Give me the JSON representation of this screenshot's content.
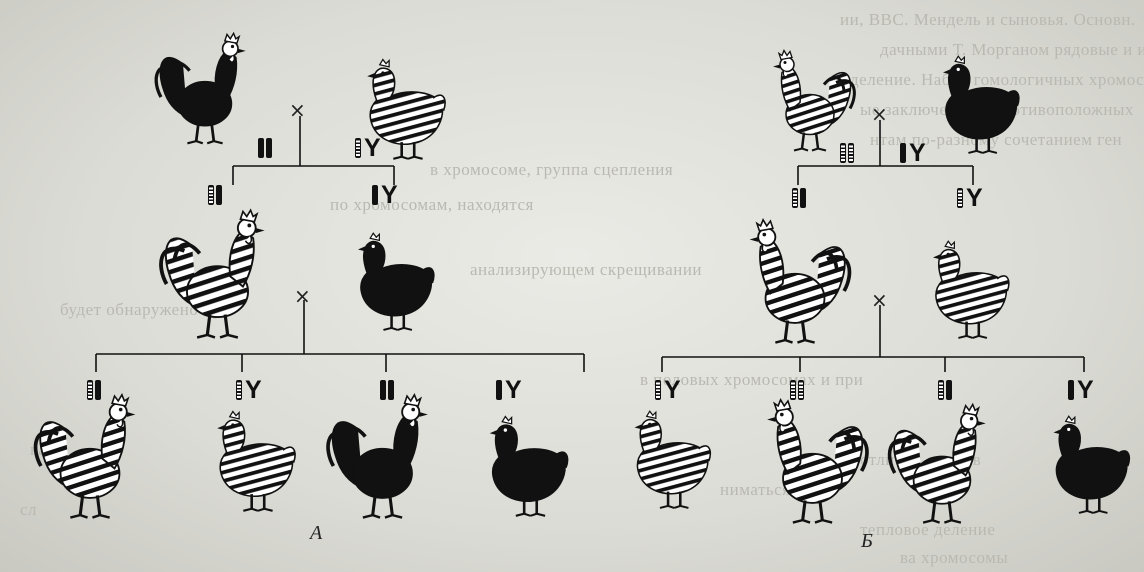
{
  "panels": {
    "left_label": "А",
    "right_label": "Б"
  },
  "symbols": {
    "cross": "×",
    "y_chromosome": "Y"
  },
  "colors": {
    "ink": "#111111",
    "paper": "#e6e6e1"
  },
  "birds": [
    {
      "id": "A-P-male",
      "panel": "A",
      "generation": "P",
      "sex": "rooster",
      "pattern": "black"
    },
    {
      "id": "A-P-female",
      "panel": "A",
      "generation": "P",
      "sex": "hen",
      "pattern": "barred"
    },
    {
      "id": "A-F1-male",
      "panel": "A",
      "generation": "F1",
      "sex": "rooster",
      "pattern": "barred"
    },
    {
      "id": "A-F1-female",
      "panel": "A",
      "generation": "F1",
      "sex": "hen",
      "pattern": "black"
    },
    {
      "id": "A-F2-1",
      "panel": "A",
      "generation": "F2",
      "sex": "rooster",
      "pattern": "barred"
    },
    {
      "id": "A-F2-2",
      "panel": "A",
      "generation": "F2",
      "sex": "hen",
      "pattern": "barred"
    },
    {
      "id": "A-F2-3",
      "panel": "A",
      "generation": "F2",
      "sex": "rooster",
      "pattern": "black"
    },
    {
      "id": "A-F2-4",
      "panel": "A",
      "generation": "F2",
      "sex": "hen",
      "pattern": "black"
    },
    {
      "id": "B-P-male",
      "panel": "B",
      "generation": "P",
      "sex": "rooster",
      "pattern": "barred"
    },
    {
      "id": "B-P-female",
      "panel": "B",
      "generation": "P",
      "sex": "hen",
      "pattern": "black"
    },
    {
      "id": "B-F1-male",
      "panel": "B",
      "generation": "F1",
      "sex": "rooster",
      "pattern": "barred"
    },
    {
      "id": "B-F1-female",
      "panel": "B",
      "generation": "F1",
      "sex": "hen",
      "pattern": "barred"
    },
    {
      "id": "B-F2-1",
      "panel": "B",
      "generation": "F2",
      "sex": "hen",
      "pattern": "barred"
    },
    {
      "id": "B-F2-2",
      "panel": "B",
      "generation": "F2",
      "sex": "rooster",
      "pattern": "barred"
    },
    {
      "id": "B-F2-3",
      "panel": "B",
      "generation": "F2",
      "sex": "rooster",
      "pattern": "barred"
    },
    {
      "id": "B-F2-4",
      "panel": "B",
      "generation": "F2",
      "sex": "hen",
      "pattern": "black"
    }
  ],
  "genotypes": [
    {
      "id": "A-P-male",
      "chromosomes": [
        "dark",
        "dark"
      ],
      "y": false
    },
    {
      "id": "A-P-female",
      "chromosomes": [
        "striped"
      ],
      "y": true
    },
    {
      "id": "A-F1-male",
      "chromosomes": [
        "striped",
        "dark"
      ],
      "y": false
    },
    {
      "id": "A-F1-female",
      "chromosomes": [
        "dark"
      ],
      "y": true
    },
    {
      "id": "A-F2-1",
      "chromosomes": [
        "striped",
        "dark"
      ],
      "y": false
    },
    {
      "id": "A-F2-2",
      "chromosomes": [
        "striped"
      ],
      "y": true
    },
    {
      "id": "A-F2-3",
      "chromosomes": [
        "dark",
        "dark"
      ],
      "y": false
    },
    {
      "id": "A-F2-4",
      "chromosomes": [
        "dark"
      ],
      "y": true
    },
    {
      "id": "B-P-male",
      "chromosomes": [
        "striped",
        "striped"
      ],
      "y": false
    },
    {
      "id": "B-P-female",
      "chromosomes": [
        "dark"
      ],
      "y": true
    },
    {
      "id": "B-F1-male",
      "chromosomes": [
        "striped",
        "dark"
      ],
      "y": false
    },
    {
      "id": "B-F1-female",
      "chromosomes": [
        "striped"
      ],
      "y": true
    },
    {
      "id": "B-F2-1",
      "chromosomes": [
        "striped"
      ],
      "y": true
    },
    {
      "id": "B-F2-2",
      "chromosomes": [
        "striped",
        "striped"
      ],
      "y": false
    },
    {
      "id": "B-F2-3",
      "chromosomes": [
        "striped",
        "dark"
      ],
      "y": false
    },
    {
      "id": "B-F2-4",
      "chromosomes": [
        "dark"
      ],
      "y": true
    }
  ]
}
